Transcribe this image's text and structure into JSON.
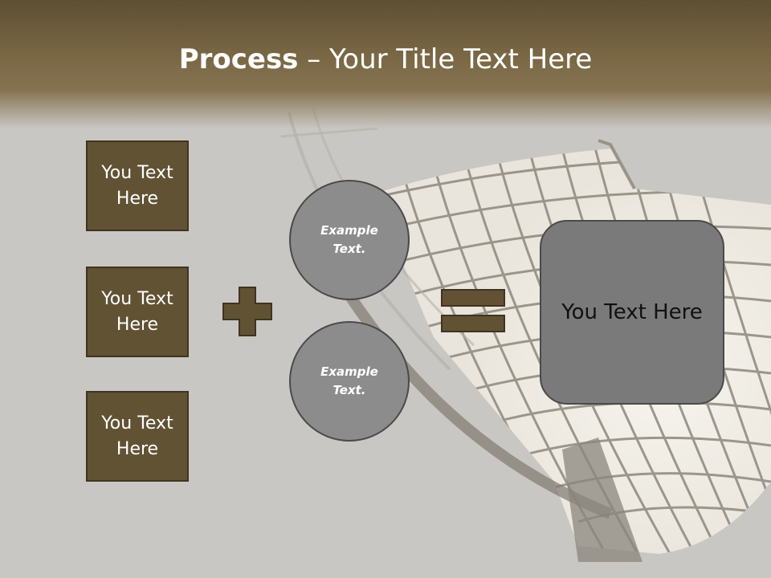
{
  "slide": {
    "title_bold": "Process",
    "title_rest": " – Your Title Text Here",
    "boxes": [
      {
        "label": "You Text Here"
      },
      {
        "label": "You Text Here"
      },
      {
        "label": "You Text Here"
      }
    ],
    "circles": [
      {
        "label": "Example Text."
      },
      {
        "label": "Example Text."
      }
    ],
    "result": {
      "label": "You Text Here"
    }
  },
  "colors": {
    "header_brown": "#6f5e3e",
    "box_fill": "#615234",
    "circle_fill": "#8c8c8c",
    "result_fill": "#7a7a7a",
    "background": "#c9c7c3"
  },
  "icons": [
    "plus-icon",
    "equals-icon"
  ]
}
